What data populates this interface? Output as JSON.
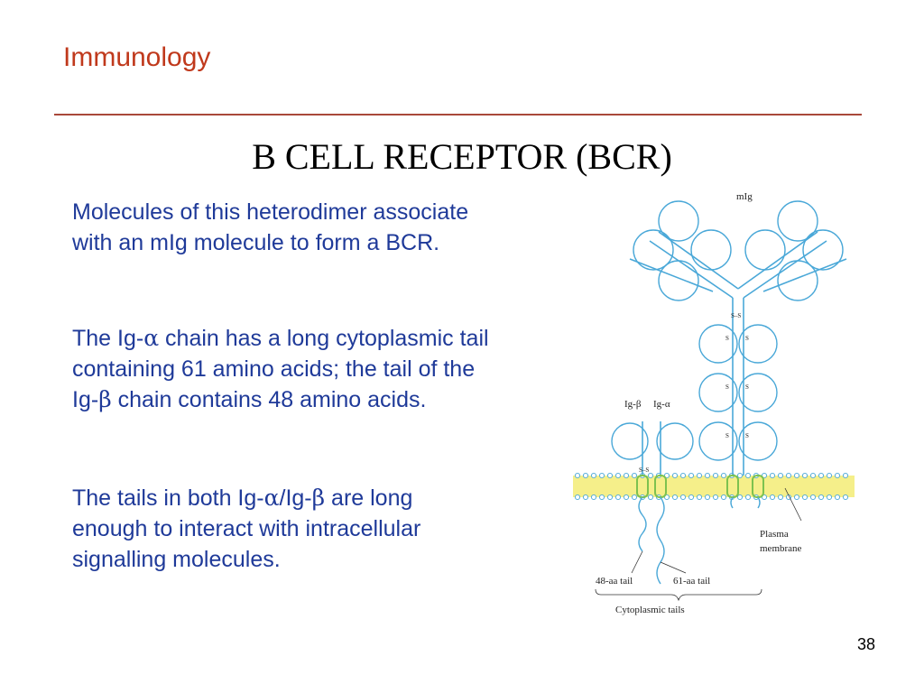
{
  "header": {
    "title": "Immunology"
  },
  "slide": {
    "title": "B CELL RECEPTOR (BCR)",
    "paragraphs": [
      {
        "line1": "Molecules of this heterodimer associate",
        "line2": "with an mIg molecule to form a BCR."
      },
      {
        "line1_a": "The Ig-",
        "line1_b": " chain has a long cytoplasmic tail",
        "line2": "containing 61 amino acids; the tail of the",
        "line3_a": "Ig-",
        "line3_b": " chain contains 48 amino acids."
      },
      {
        "line1_a": "The tails in both Ig-",
        "line1_b": "/Ig-",
        "line1_c": " are long",
        "line2": "enough to interact with intracellular",
        "line3": "signalling molecules."
      }
    ],
    "symbols": {
      "alpha": "α",
      "beta": "β"
    }
  },
  "diagram": {
    "label_mig": "mIg",
    "label_ig_beta": "Ig-β",
    "label_ig_alpha": "Ig-α",
    "label_plasma": "Plasma",
    "label_membrane": "membrane",
    "label_48": "48-aa tail",
    "label_61": "61-aa tail",
    "label_cyto": "Cytoplasmic tails",
    "label_ss": "S–S",
    "label_s": "S",
    "colors": {
      "line": "#4aa8d8",
      "membrane": "#f5ef8a",
      "coil": "#7dc24f",
      "label": "#222222"
    }
  },
  "footer": {
    "page_number": "38"
  }
}
